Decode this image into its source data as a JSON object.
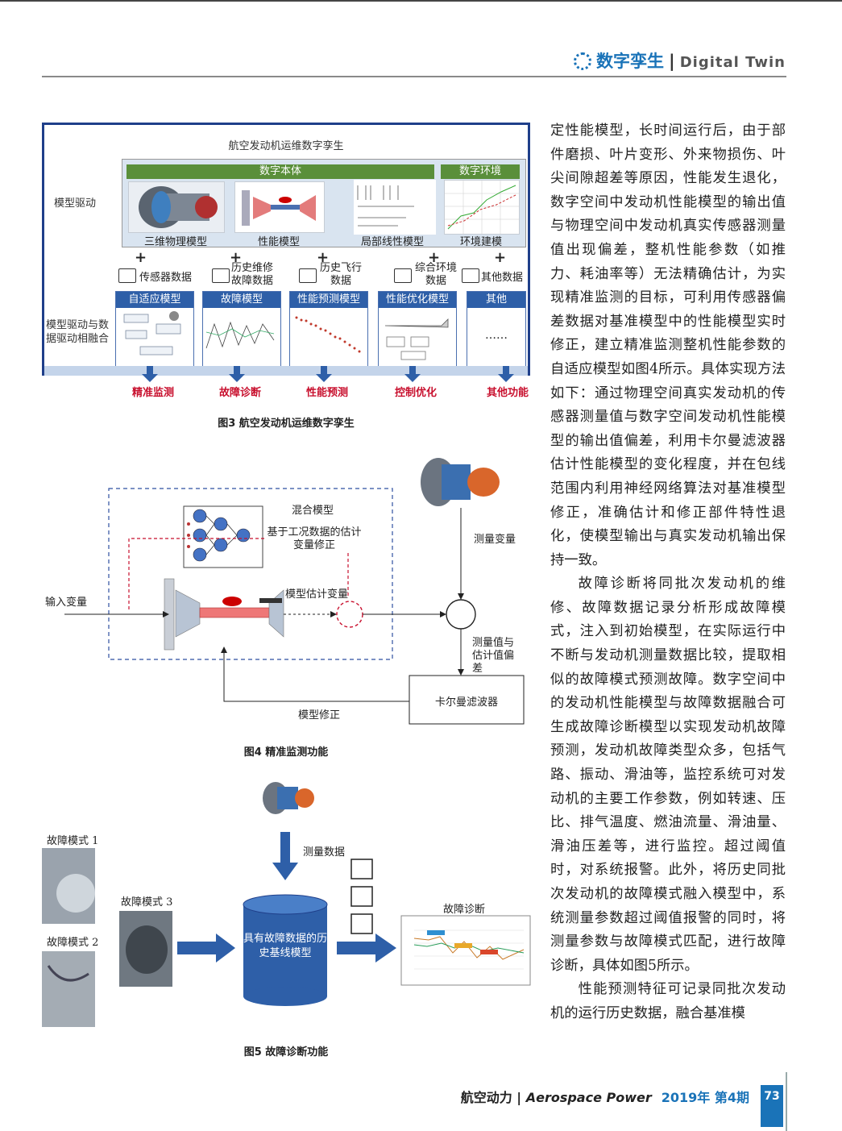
{
  "header": {
    "brand_cn": "数字孪生",
    "brand_en": "Digital Twin"
  },
  "footer": {
    "journal_cn": "航空动力",
    "journal_en": "Aerospace Power",
    "issue": "2019年 第4期",
    "page": "73"
  },
  "fig3": {
    "title": "航空发动机运维数字孪生",
    "row1_label": "模型驱动",
    "row2_label": "模型驱动与数据驱动相融合",
    "band_left": "数字本体",
    "band_right": "数字环境",
    "models_top": [
      "三维物理模型",
      "性能模型",
      "局部线性模型",
      "环境建模"
    ],
    "data_sources": [
      "传感器数据",
      "历史维修故障数据",
      "历史飞行数据",
      "综合环境数据",
      "其他数据"
    ],
    "models_bottom": [
      "自适应模型",
      "故障模型",
      "性能预测模型",
      "性能优化模型",
      "其他"
    ],
    "other_dots": "……",
    "functions": [
      "精准监测",
      "故障诊断",
      "性能预测",
      "控制优化",
      "其他功能"
    ],
    "caption": "图3  航空发动机运维数字孪生"
  },
  "fig4": {
    "hybrid_model": "混合模型",
    "estimate_correction": "基于工况数据的估计变量修正",
    "input_var": "输入变量",
    "model_estimate": "模型估计变量",
    "measured_var": "测量变量",
    "deviation": "测量值与估计值偏差",
    "kalman": "卡尔曼滤波器",
    "model_correction": "模型修正",
    "caption": "图4  精准监测功能"
  },
  "fig5": {
    "mode1": "故障模式 1",
    "mode2": "故障模式 2",
    "mode3": "故障模式 3",
    "measured_data": "测量数据",
    "baseline_model": "具有故障数据的历史基线模型",
    "diagnosis": "故障诊断",
    "caption": "图5  故障诊断功能"
  },
  "body": {
    "p1": "定性能模型，长时间运行后，由于部件磨损、叶片变形、外来物损伤、叶尖间隙超差等原因，性能发生退化，数字空间中发动机性能模型的输出值与物理空间中发动机真实传感器测量值出现偏差，整机性能参数（如推力、耗油率等）无法精确估计，为实现精准监测的目标，可利用传感器偏差数据对基准模型中的性能模型实时修正，建立精准监测整机性能参数的自适应模型如图4所示。具体实现方法如下：通过物理空间真实发动机的传感器测量值与数字空间发动机性能模型的输出值偏差，利用卡尔曼滤波器估计性能模型的变化程度，并在包线范围内利用神经网络算法对基准模型修正，准确估计和修正部件特性退化，使模型输出与真实发动机输出保持一致。",
    "p2": "故障诊断将同批次发动机的维修、故障数据记录分析形成故障模式，注入到初始模型，在实际运行中不断与发动机测量数据比较，提取相似的故障模式预测故障。数字空间中的发动机性能模型与故障数据融合可生成故障诊断模型以实现发动机故障预测，发动机故障类型众多，包括气路、振动、滑油等，监控系统可对发动机的主要工作参数，例如转速、压比、排气温度、燃油流量、滑油量、滑油压差等，进行监控。超过阈值时，对系统报警。此外，将历史同批次发动机的故障模式融入模型中，系统测量参数超过阈值报警的同时，将测量参数与故障模式匹配，进行故障诊断，具体如图5所示。",
    "p3": "性能预测特征可记录同批次发动机的运行历史数据，融合基准模"
  }
}
